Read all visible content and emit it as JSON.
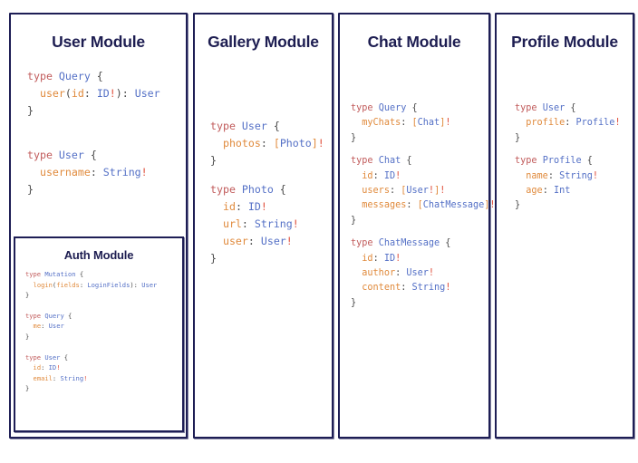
{
  "colors": {
    "panel_border": "#1e1e55",
    "title": "#1d1d51",
    "keyword": "#c15b5b",
    "type_name": "#5470c6",
    "field_name": "#e08a3c",
    "punctuation": "#4a4a4a",
    "non_null_bang": "#e0503c",
    "background": "#ffffff"
  },
  "panels": {
    "user": {
      "title": "User Module",
      "blocks": [
        {
          "lines": [
            "type Query {",
            "  user(id: ID!): User",
            "}"
          ]
        },
        {
          "lines": [
            "type User {",
            "  username: String!",
            "}"
          ]
        }
      ],
      "nested": {
        "title": "Auth Module",
        "blocks": [
          {
            "lines": [
              "type Mutation {",
              "  login(fields: LoginFields): User",
              "}"
            ]
          },
          {
            "lines": [
              "type Query {",
              "  me: User",
              "}"
            ]
          },
          {
            "lines": [
              "type User {",
              "  id: ID!",
              "  email: String!",
              "}"
            ]
          }
        ]
      }
    },
    "gallery": {
      "title": "Gallery Module",
      "blocks": [
        {
          "lines": [
            "type User {",
            "  photos: [Photo]!",
            "}"
          ]
        },
        {
          "lines": [
            "type Photo {",
            "  id: ID!",
            "  url: String!",
            "  user: User!",
            "}"
          ]
        }
      ]
    },
    "chat": {
      "title": "Chat Module",
      "blocks": [
        {
          "lines": [
            "type Query {",
            "  myChats: [Chat]!",
            "}"
          ]
        },
        {
          "lines": [
            "type Chat {",
            "  id: ID!",
            "  users: [User!]!",
            "  messages: [ChatMessage]!",
            "}"
          ]
        },
        {
          "lines": [
            "type ChatMessage {",
            "  id: ID!",
            "  author: User!",
            "  content: String!",
            "}"
          ]
        }
      ]
    },
    "profile": {
      "title": "Profile Module",
      "blocks": [
        {
          "lines": [
            "type User {",
            "  profile: Profile!",
            "}"
          ]
        },
        {
          "lines": [
            "type Profile {",
            "  name: String!",
            "  age: Int",
            "}"
          ]
        }
      ]
    }
  }
}
